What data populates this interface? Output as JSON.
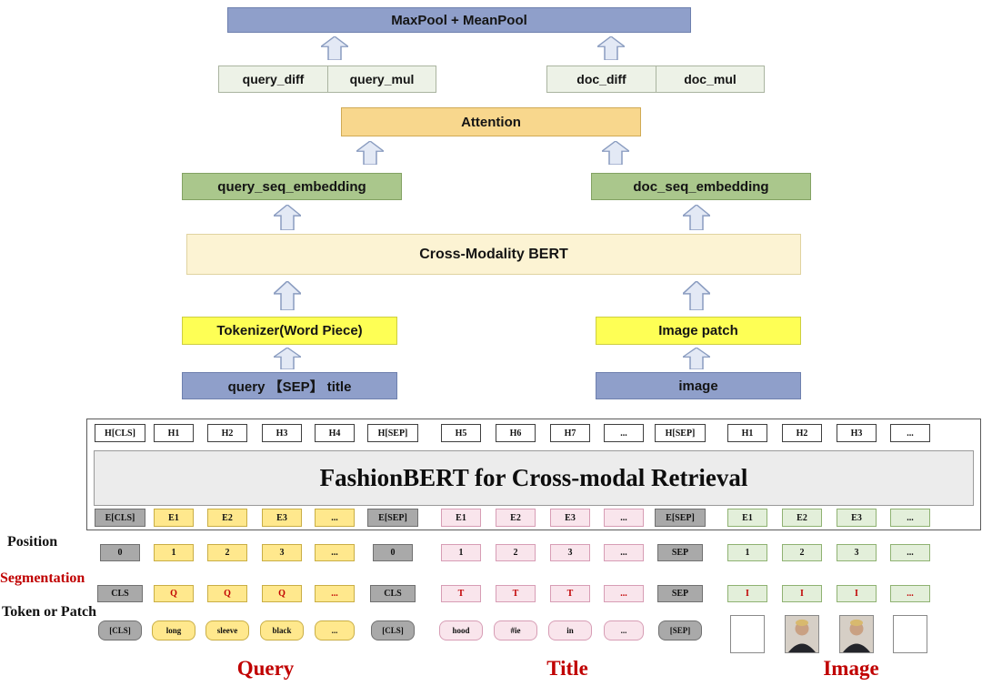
{
  "flowchart": {
    "maxpool_label": "MaxPool + MeanPool",
    "query_diff_label": "query_diff",
    "query_mul_label": "query_mul",
    "doc_diff_label": "doc_diff",
    "doc_mul_label": "doc_mul",
    "attention_label": "Attention",
    "query_seq_embedding_label": "query_seq_embedding",
    "doc_seq_embedding_label": "doc_seq_embedding",
    "bert_label": "Cross-Modality BERT",
    "tokenizer_label": "Tokenizer(Word Piece)",
    "image_patch_label": "Image patch",
    "query_input_label": "query 【SEP】 title",
    "image_input_label": "image"
  },
  "encoder": {
    "title": "FashionBERT for Cross-modal Retrieval",
    "labels": {
      "position": "Position",
      "segmentation": "Segmentation",
      "token": "Token or Patch"
    },
    "h_row": [
      {
        "t": "H[CLS]",
        "c": "plain"
      },
      {
        "t": "H1",
        "c": "plain"
      },
      {
        "t": "H2",
        "c": "plain"
      },
      {
        "t": "H3",
        "c": "plain"
      },
      {
        "t": "H4",
        "c": "plain"
      },
      {
        "t": "H[SEP]",
        "c": "plain"
      },
      {
        "t": "H5",
        "c": "plain"
      },
      {
        "t": "H6",
        "c": "plain"
      },
      {
        "t": "H7",
        "c": "plain"
      },
      {
        "t": "...",
        "c": "plain"
      },
      {
        "t": "H[SEP]",
        "c": "plain"
      },
      {
        "t": "H1",
        "c": "plain"
      },
      {
        "t": "H2",
        "c": "plain"
      },
      {
        "t": "H3",
        "c": "plain"
      },
      {
        "t": "...",
        "c": "plain"
      }
    ],
    "e_row": [
      {
        "t": "E[CLS]",
        "c": "gray"
      },
      {
        "t": "E1",
        "c": "q"
      },
      {
        "t": "E2",
        "c": "q"
      },
      {
        "t": "E3",
        "c": "q"
      },
      {
        "t": "...",
        "c": "q"
      },
      {
        "t": "E[SEP]",
        "c": "gray"
      },
      {
        "t": "E1",
        "c": "t"
      },
      {
        "t": "E2",
        "c": "t"
      },
      {
        "t": "E3",
        "c": "t"
      },
      {
        "t": "...",
        "c": "t"
      },
      {
        "t": "E[SEP]",
        "c": "gray"
      },
      {
        "t": "E1",
        "c": "i"
      },
      {
        "t": "E2",
        "c": "i"
      },
      {
        "t": "E3",
        "c": "i"
      },
      {
        "t": "...",
        "c": "i"
      }
    ],
    "position_row": [
      {
        "t": "0",
        "c": "gray"
      },
      {
        "t": "1",
        "c": "q"
      },
      {
        "t": "2",
        "c": "q"
      },
      {
        "t": "3",
        "c": "q"
      },
      {
        "t": "...",
        "c": "q"
      },
      {
        "t": "0",
        "c": "gray"
      },
      {
        "t": "1",
        "c": "t"
      },
      {
        "t": "2",
        "c": "t"
      },
      {
        "t": "3",
        "c": "t"
      },
      {
        "t": "...",
        "c": "t"
      },
      {
        "t": "SEP",
        "c": "gray"
      },
      {
        "t": "1",
        "c": "i"
      },
      {
        "t": "2",
        "c": "i"
      },
      {
        "t": "3",
        "c": "i"
      },
      {
        "t": "...",
        "c": "i"
      }
    ],
    "segmentation_row": [
      {
        "t": "CLS",
        "c": "gray"
      },
      {
        "t": "Q",
        "c": "q",
        "r": true
      },
      {
        "t": "Q",
        "c": "q",
        "r": true
      },
      {
        "t": "Q",
        "c": "q",
        "r": true
      },
      {
        "t": "...",
        "c": "q",
        "r": true
      },
      {
        "t": "CLS",
        "c": "gray"
      },
      {
        "t": "T",
        "c": "t",
        "r": true
      },
      {
        "t": "T",
        "c": "t",
        "r": true
      },
      {
        "t": "T",
        "c": "t",
        "r": true
      },
      {
        "t": "...",
        "c": "t",
        "r": true
      },
      {
        "t": "SEP",
        "c": "gray"
      },
      {
        "t": "I",
        "c": "i",
        "r": true
      },
      {
        "t": "I",
        "c": "i",
        "r": true
      },
      {
        "t": "I",
        "c": "i",
        "r": true
      },
      {
        "t": "...",
        "c": "i",
        "r": true
      }
    ],
    "token_row": [
      {
        "t": "[CLS]",
        "c": "gray"
      },
      {
        "t": "long",
        "c": "q"
      },
      {
        "t": "sleeve",
        "c": "q"
      },
      {
        "t": "black",
        "c": "q"
      },
      {
        "t": "...",
        "c": "q"
      },
      {
        "t": "[CLS]",
        "c": "gray"
      },
      {
        "t": "hood",
        "c": "t"
      },
      {
        "t": "#ie",
        "c": "t"
      },
      {
        "t": "in",
        "c": "t"
      },
      {
        "t": "...",
        "c": "t"
      },
      {
        "t": "[SEP]",
        "c": "gray"
      },
      {
        "c": "patch",
        "photo": false,
        "icon": "empty-patch"
      },
      {
        "c": "patch",
        "photo": true,
        "icon": "model-photo"
      },
      {
        "c": "patch",
        "photo": true,
        "icon": "model-photo"
      },
      {
        "c": "patch",
        "photo": false,
        "icon": "empty-patch"
      }
    ],
    "footer": {
      "query": "Query",
      "title": "Title",
      "image": "Image"
    }
  },
  "palette": {
    "accent_red": "#c00000",
    "query_fill": "#ffe88d",
    "query_border": "#c9ae45",
    "title_fill": "#f9e5ec",
    "title_border": "#d79db5",
    "image_fill": "#e3efda",
    "image_border": "#8fb272",
    "sep_fill": "#a9a9a9",
    "sep_border": "#707070",
    "plain_fill": "#ffffff",
    "plain_border": "#3f3f3f",
    "flow_blue": "#8f9fca",
    "flow_yellow": "#feff55",
    "flow_green": "#aac78c",
    "flow_cream": "#fcf3d3",
    "flow_orange": "#f8d78d",
    "flow_pale_green": "#edf2e7"
  }
}
